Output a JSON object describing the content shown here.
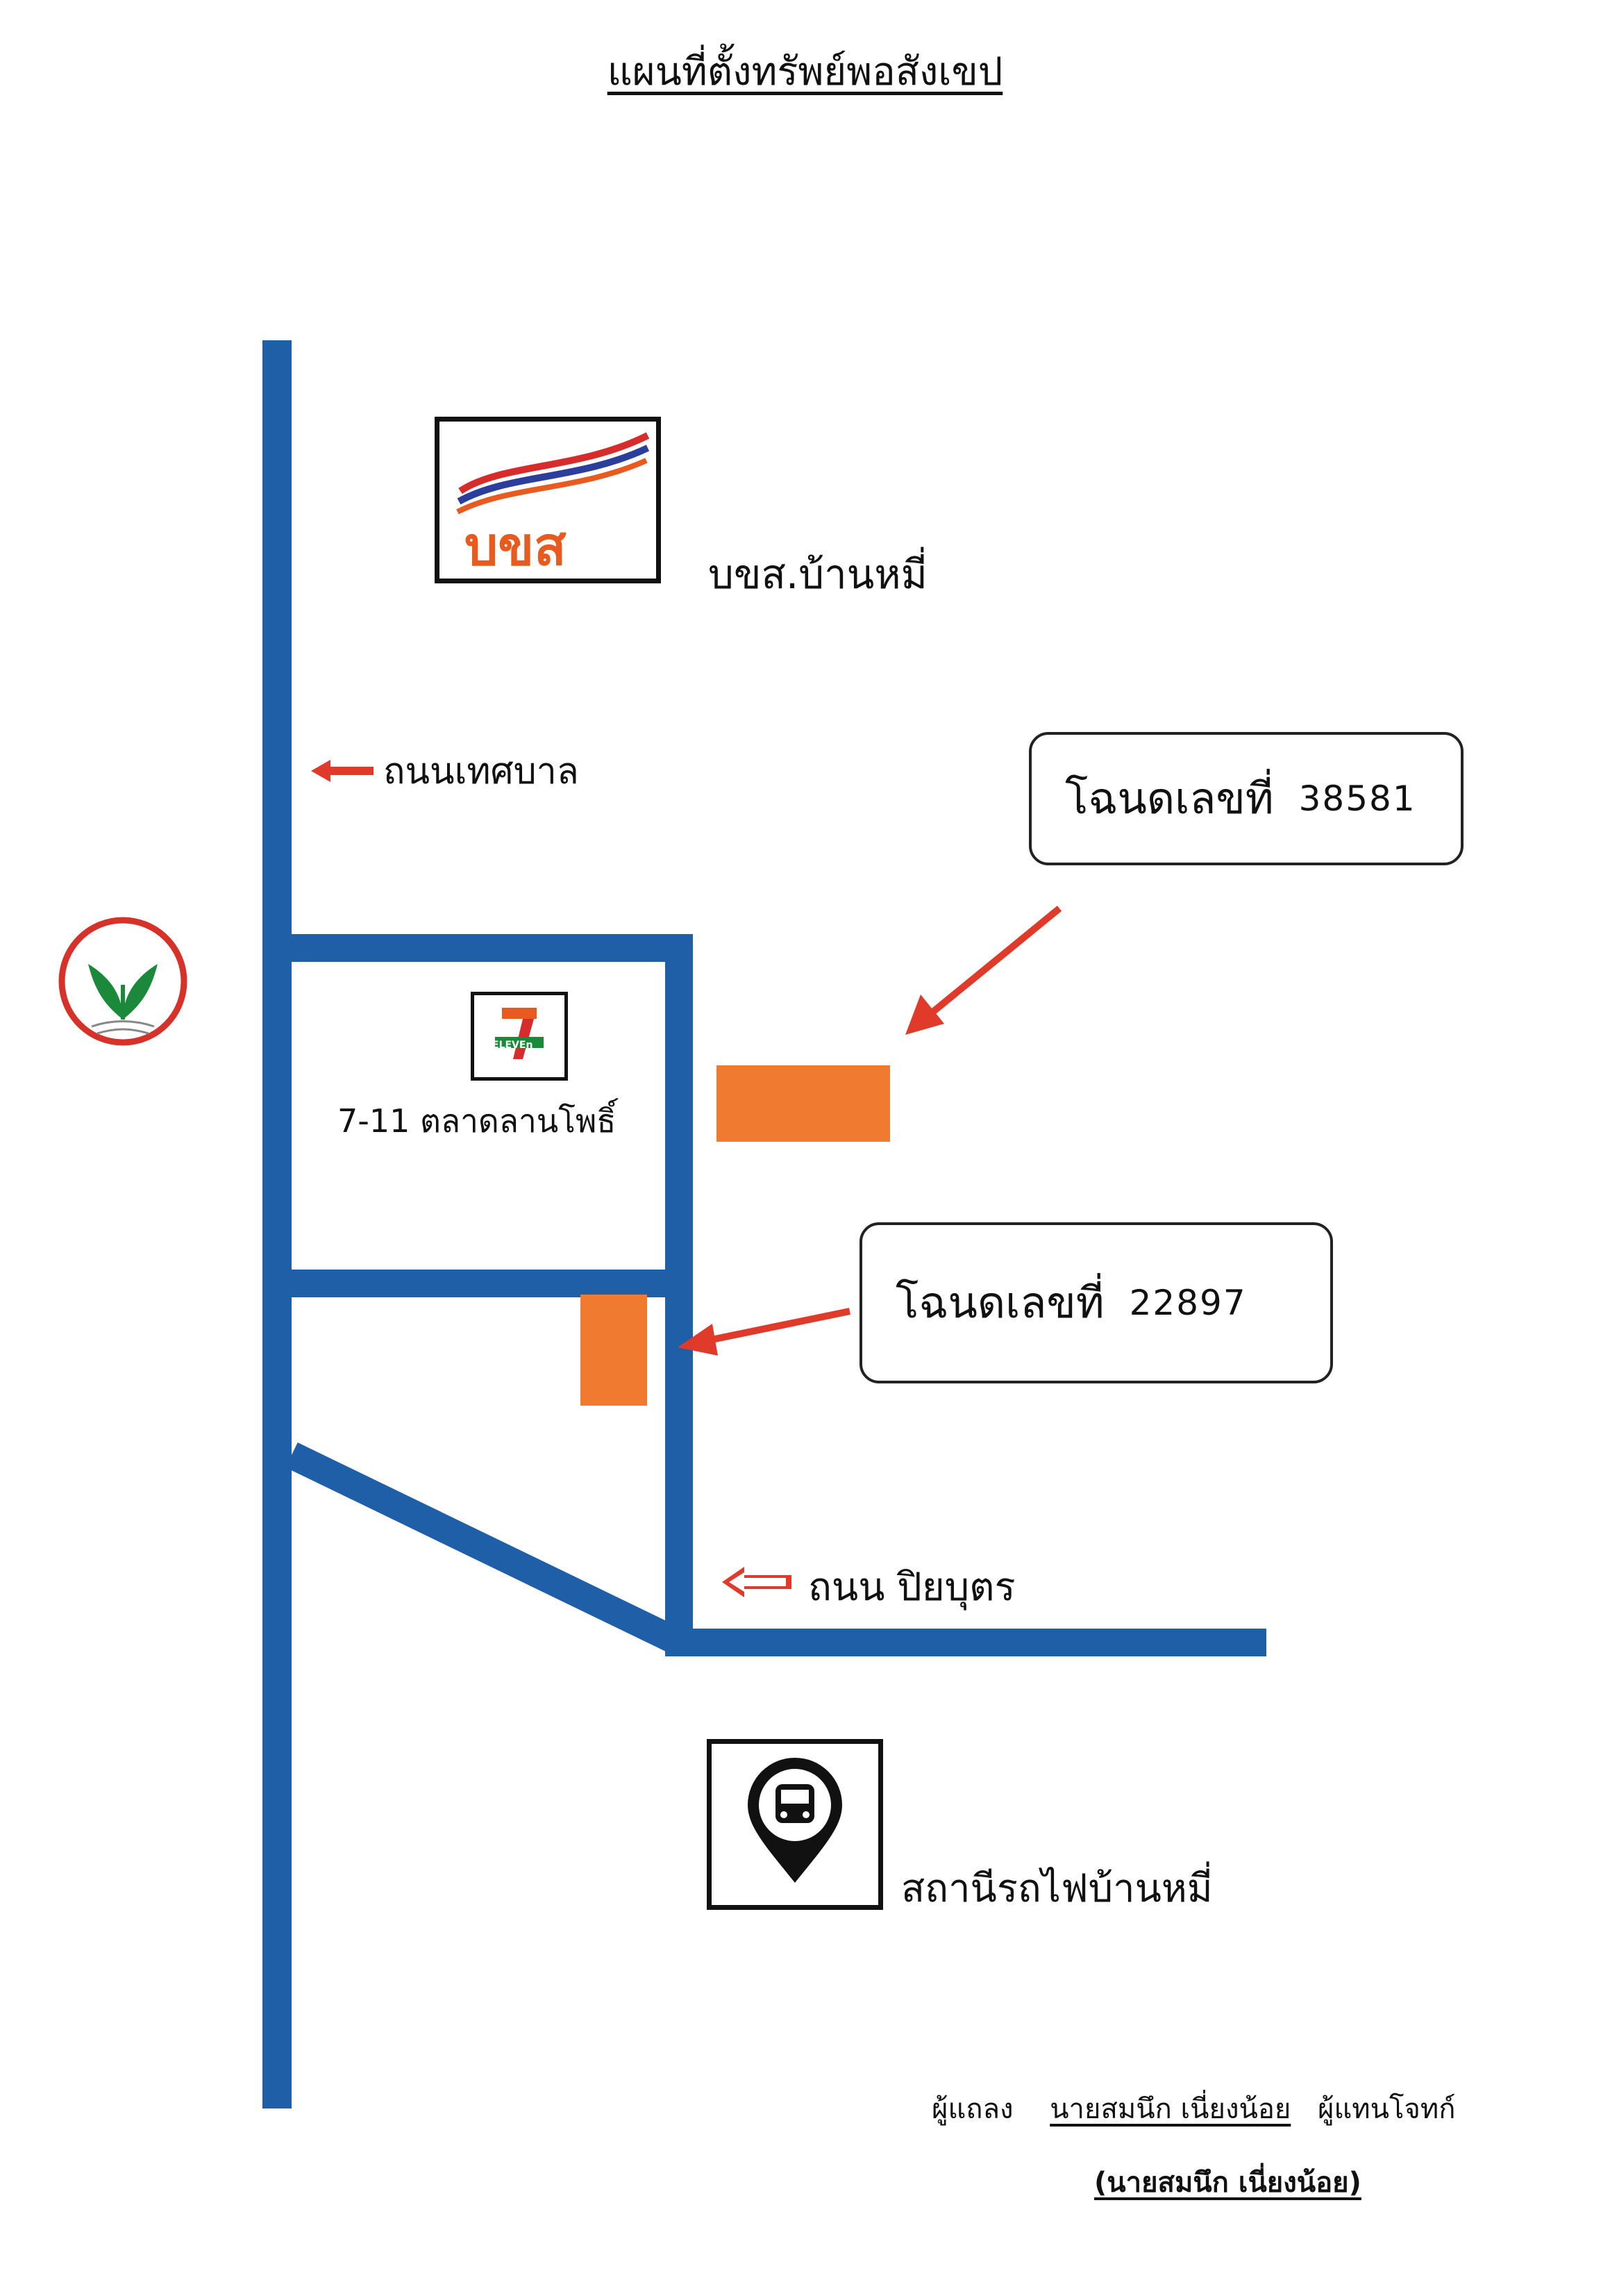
{
  "title": "แผนที่ตั้งทรัพย์พอสังเขป",
  "landmarks": {
    "bus_terminal": {
      "logo_text": "บขส",
      "label": "บขส.บ้านหมี่",
      "icon": "bus-company-logo"
    },
    "seven_eleven": {
      "logo_text": "ELEVEn",
      "label": "7-11 ตลาดลานโพธิ์",
      "icon": "seven-eleven-logo"
    },
    "bank": {
      "icon": "kasikorn-bank-logo"
    },
    "train_station": {
      "label": "สถานีรถไฟบ้านหมี่",
      "icon": "train-station-pin-icon"
    }
  },
  "roads": {
    "municipal_road": "ถนนเทศบาล",
    "piyabut_road": "ถนน ปิยบุตร"
  },
  "parcels": [
    {
      "title": "โฉนดเลขที่",
      "number": "38581"
    },
    {
      "title": "โฉนดเลขที่",
      "number": "22897"
    }
  ],
  "footer": {
    "prefix": "ผู้แถลง",
    "name": "นายสมนึก เนี่ยงน้อย",
    "role": "ผู้แทนโจทก์",
    "signature": "(นายสมนึก เนี่ยงน้อย)"
  },
  "colors": {
    "road": "#1f5fa8",
    "parcel": "#f07a30",
    "arrow": "#e03a2a"
  }
}
